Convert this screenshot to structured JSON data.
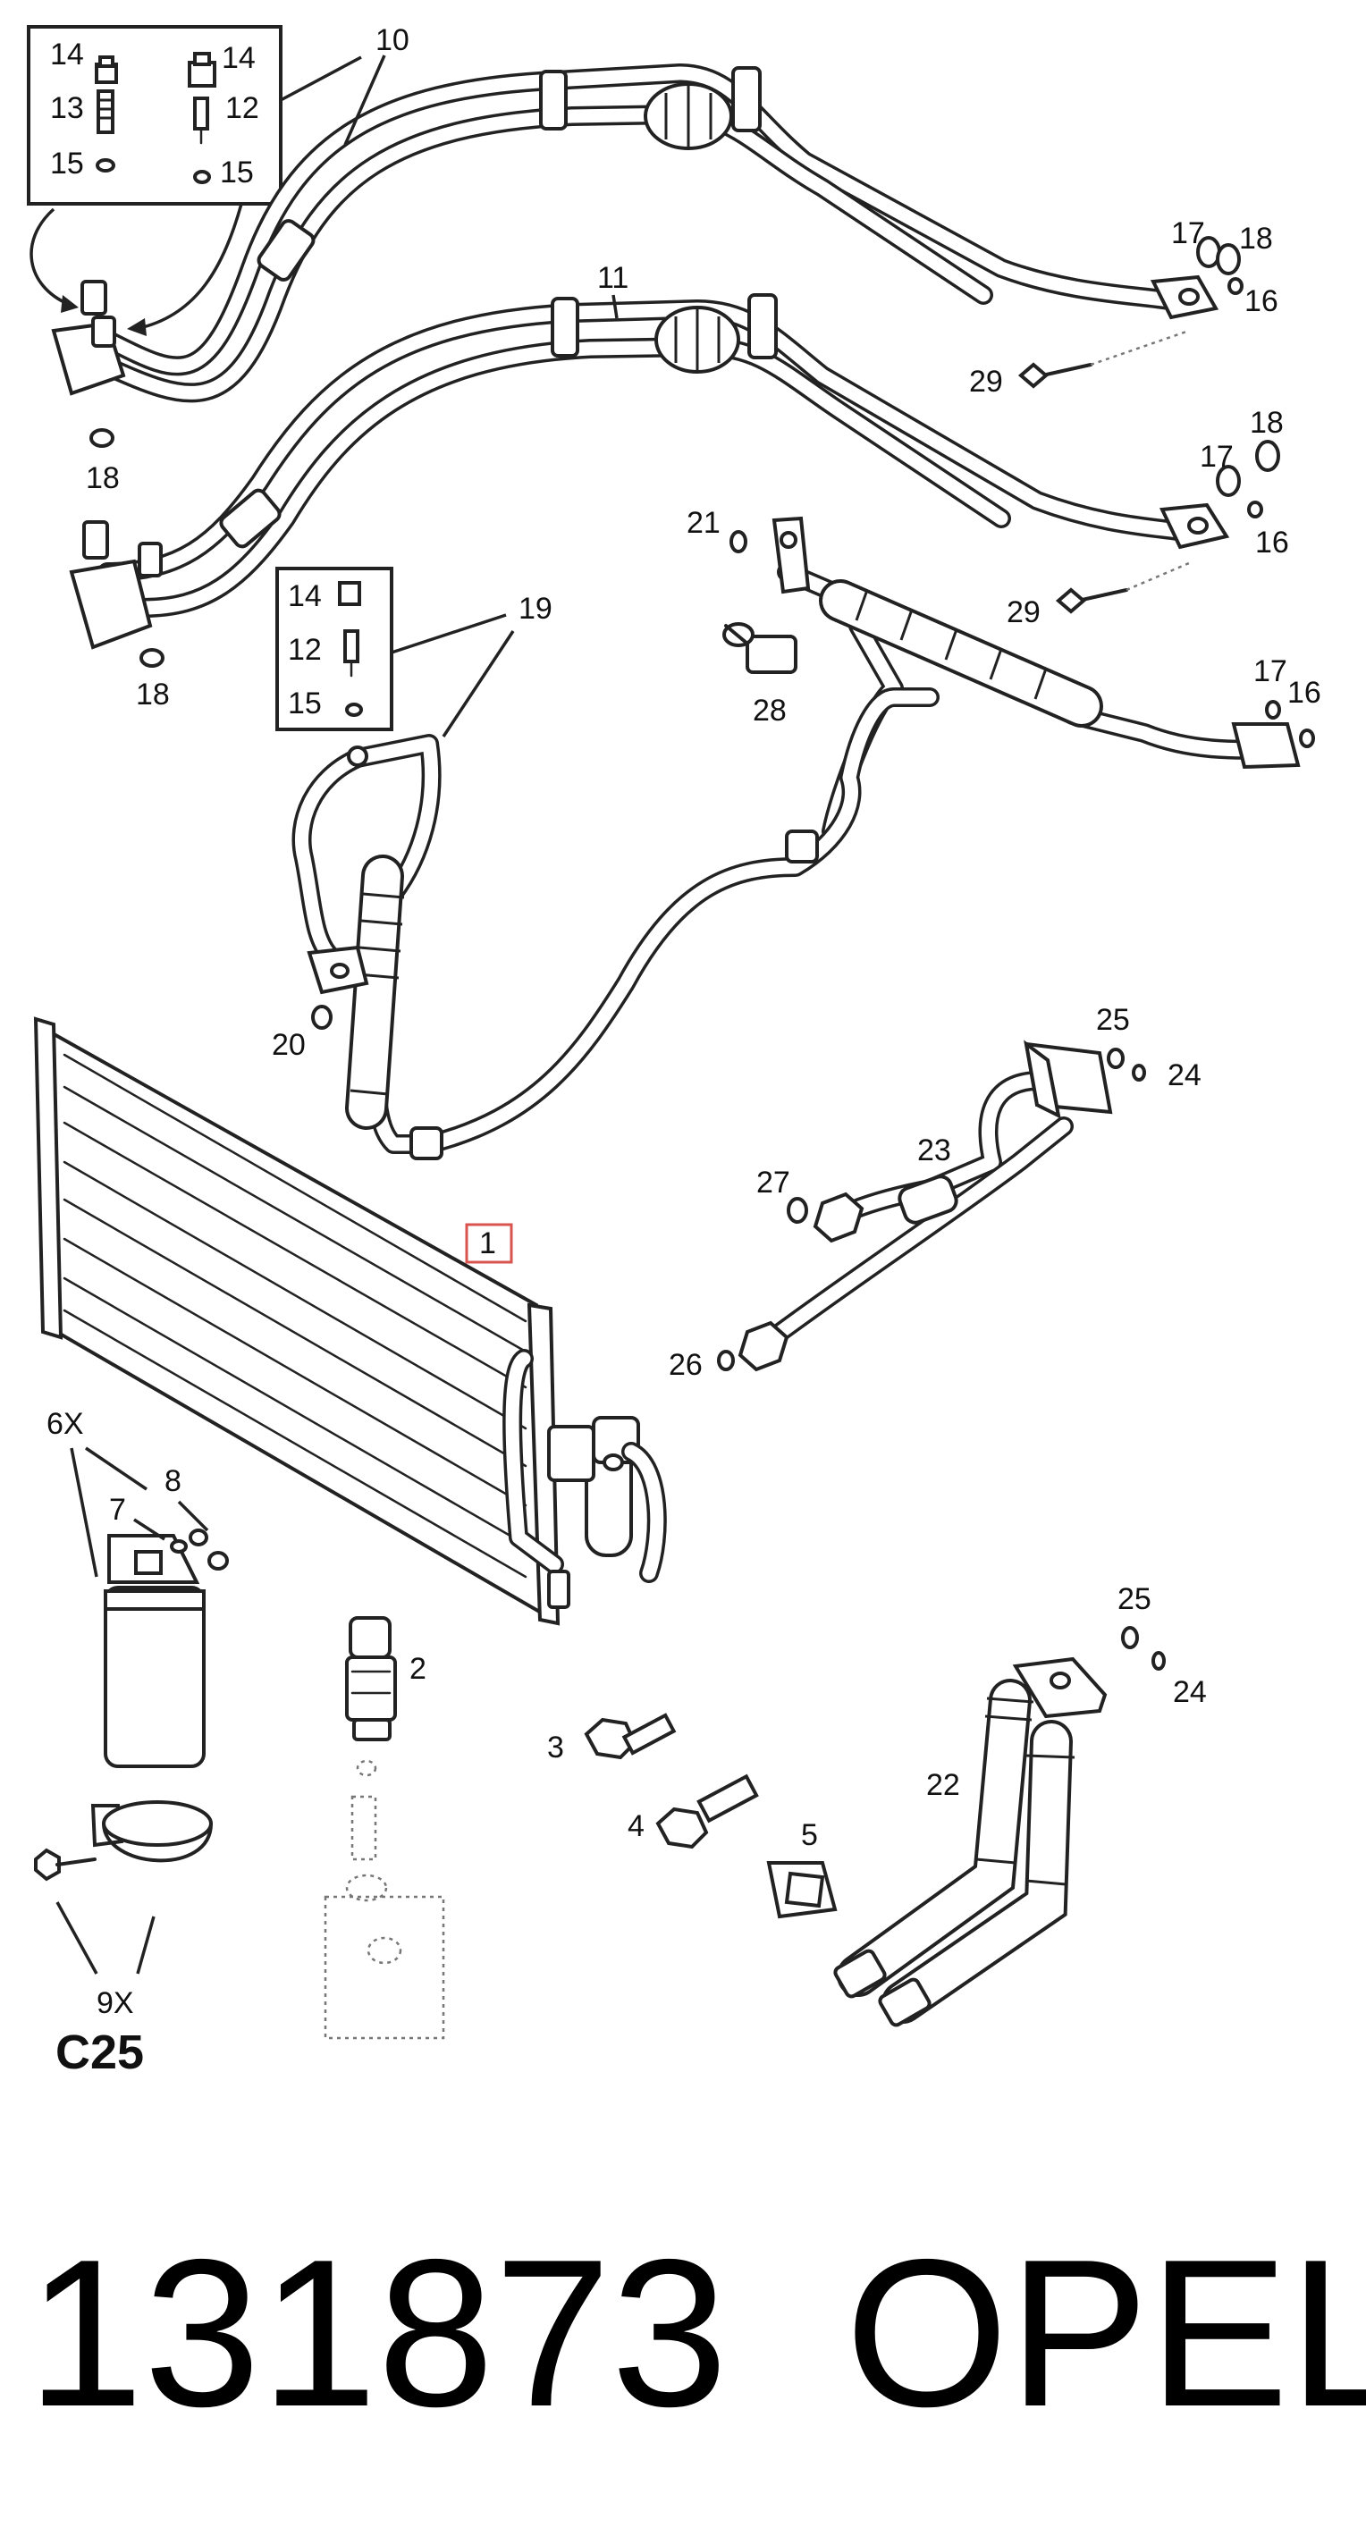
{
  "labels": {
    "l10": "10",
    "l11": "11",
    "l14a": "14",
    "l14b": "14",
    "l13": "13",
    "l12a": "12",
    "l15a": "15",
    "l15b": "15",
    "l18a": "18",
    "l18b": "18",
    "l17a": "17",
    "l18c": "18",
    "l16a": "16",
    "l29a": "29",
    "l18d": "18",
    "l17b": "17",
    "l16b": "16",
    "l29b": "29",
    "l21": "21",
    "l28": "28",
    "l19": "19",
    "l14c": "14",
    "l12b": "12",
    "l15c": "15",
    "l17c": "17",
    "l16c": "16",
    "l20": "20",
    "l25a": "25",
    "l24a": "24",
    "l23": "23",
    "l27": "27",
    "l1": "1",
    "l26": "26",
    "l6x": "6X",
    "l8": "8",
    "l7": "7",
    "l2": "2",
    "l3": "3",
    "l4": "4",
    "l5": "5",
    "l25b": "25",
    "l24b": "24",
    "l22": "22",
    "l9x": "9X",
    "c25": "C25"
  },
  "footer": {
    "part_number": "131873",
    "brand": "OPEL"
  }
}
